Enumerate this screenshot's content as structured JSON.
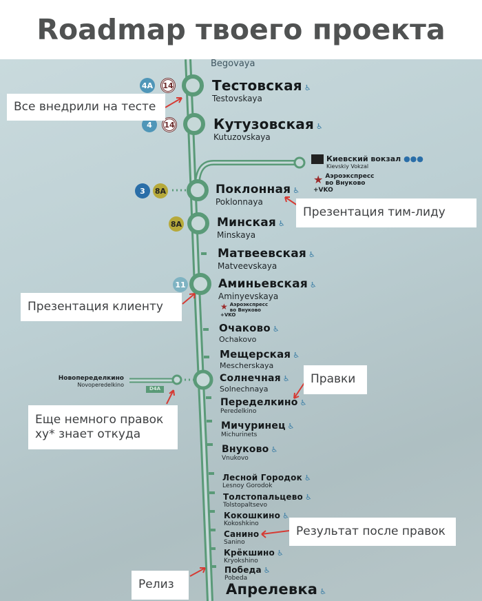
{
  "header": {
    "title": "Roadmap твоего проекта"
  },
  "map": {
    "line_color": "#5a9a78",
    "top_fragment": "Begovaya",
    "stations": [
      {
        "ru": "Тестовская",
        "en": "Testovskaya"
      },
      {
        "ru": "Кутузовская",
        "en": "Kutuzovskaya"
      },
      {
        "ru": "Поклонная",
        "en": "Poklonnaya"
      },
      {
        "ru": "Минская",
        "en": "Minskaya"
      },
      {
        "ru": "Матвеевская",
        "en": "Matveevskaya"
      },
      {
        "ru": "Аминьевская",
        "en": "Aminyevskaya"
      },
      {
        "ru": "Очаково",
        "en": "Ochakovo"
      },
      {
        "ru": "Мещерская",
        "en": "Mescherskaya"
      },
      {
        "ru": "Солнечная",
        "en": "Solnechnaya"
      },
      {
        "ru": "Переделкино",
        "en": "Peredelkino"
      },
      {
        "ru": "Мичуринец",
        "en": "Michurinets"
      },
      {
        "ru": "Внуково",
        "en": "Vnukovo"
      },
      {
        "ru": "Лесной Городок",
        "en": "Lesnoy Gorodok"
      },
      {
        "ru": "Толстопальцево",
        "en": "Tolstopaltsevo"
      },
      {
        "ru": "Кокошкино",
        "en": "Kokoshkino"
      },
      {
        "ru": "Санино",
        "en": "Sanino"
      },
      {
        "ru": "Крёкшино",
        "en": "Kryokshino"
      },
      {
        "ru": "Победа",
        "en": "Pobeda"
      },
      {
        "ru": "Апрелевка",
        "en": ""
      }
    ],
    "kiev": {
      "ru": "Киевский вокзал",
      "en": "Kievskiy Vokzal"
    },
    "aeroexpress": {
      "line1": "Аэроэкспресс",
      "line2": "во Внуково +VKO"
    },
    "novoperedelkino": {
      "ru": "Новопеределкино",
      "en": "Novoperedelkino",
      "tag": "D4A"
    },
    "badges": {
      "b4a": "4A",
      "b14": "14",
      "b4": "4",
      "b3": "3",
      "b8a": "8A",
      "b11": "11"
    }
  },
  "notes": {
    "test": "Все внедрили на тесте",
    "teamlead": "Презентация тим-лиду",
    "client": "Презентация клиенту",
    "edits": "Правки",
    "more1": "Еще немного правок",
    "more2": "ху* знает откуда",
    "result": "Результат после правок",
    "release": "Релиз"
  }
}
